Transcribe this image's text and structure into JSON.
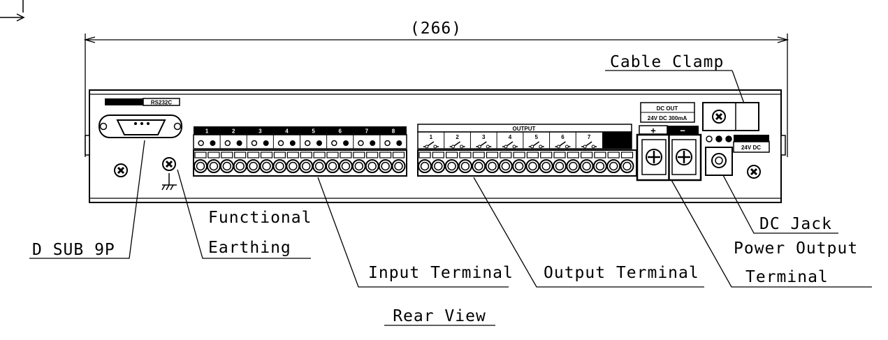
{
  "dimension": "(266)",
  "labels": {
    "cable_clamp": "Cable Clamp",
    "d_sub": "D_SUB_9P",
    "functional_1": "Functional",
    "functional_2": "Earthing",
    "input_terminal": "Input Terminal",
    "output_terminal": "Output Terminal",
    "dc_jack": "DC Jack",
    "power_output_1": "Power Output",
    "power_output_2": "Terminal",
    "view_title": "Rear View"
  },
  "panel_text": {
    "rs232c": "RS232C",
    "output": "OUTPUT",
    "dc_out_1": "DC OUT",
    "dc_out_2": "24V DC 300mA",
    "dc_jack_rating": "24V DC",
    "plus": "+",
    "minus": "−"
  },
  "input_numbers": [
    "1",
    "2",
    "3",
    "4",
    "5",
    "6",
    "7",
    "8"
  ],
  "output_numbers": [
    "1",
    "2",
    "3",
    "4",
    "5",
    "6",
    "7"
  ],
  "colors": {
    "line": "#000000",
    "background": "#ffffff"
  }
}
